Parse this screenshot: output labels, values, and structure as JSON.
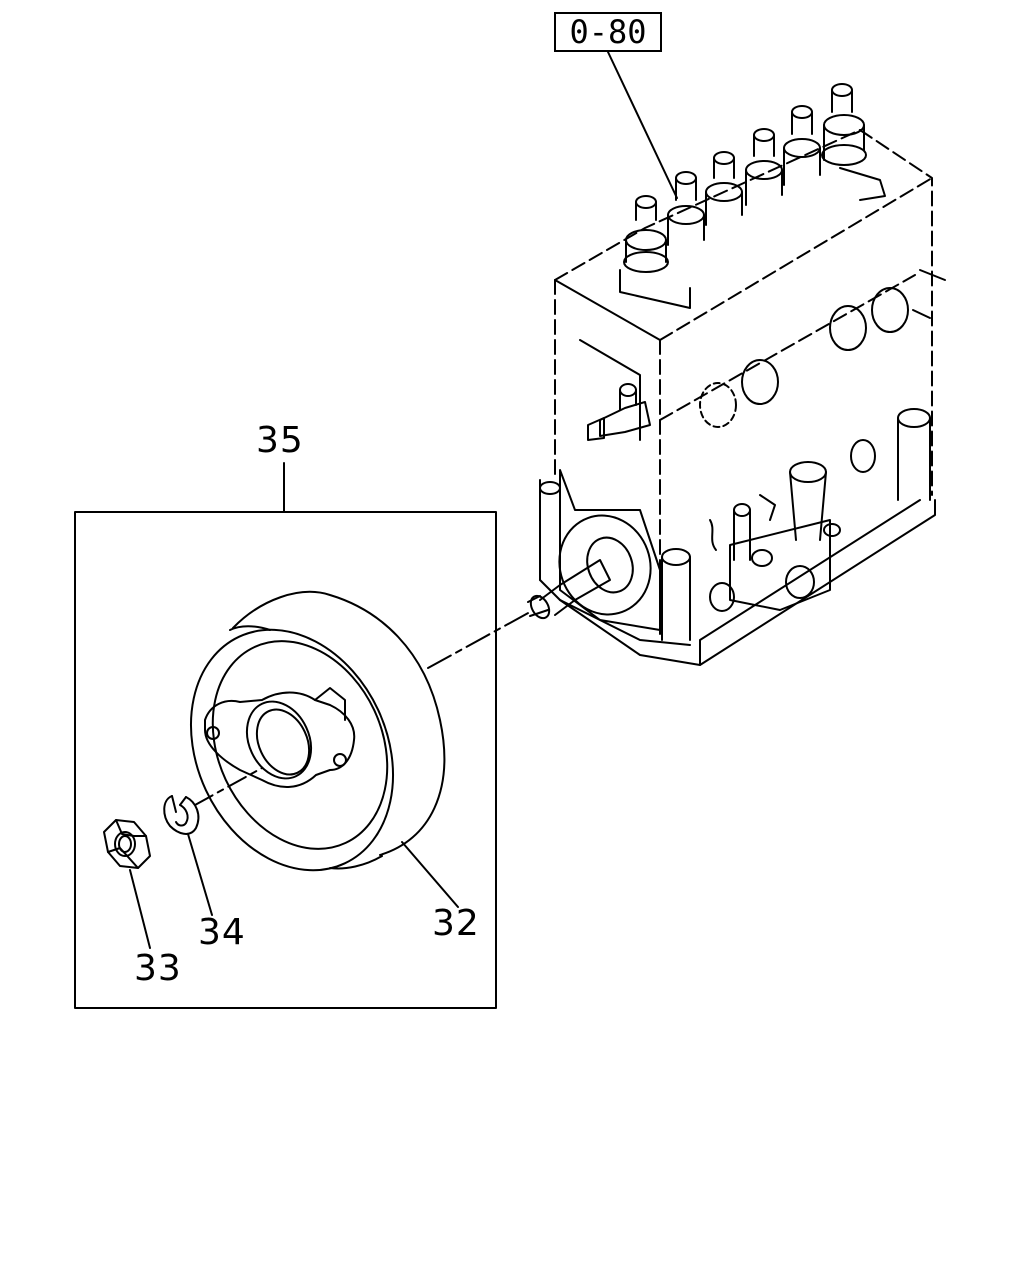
{
  "reference_label": "0-80",
  "callouts": {
    "assembly": "35",
    "gear": "32",
    "nut": "33",
    "washer": "34"
  }
}
